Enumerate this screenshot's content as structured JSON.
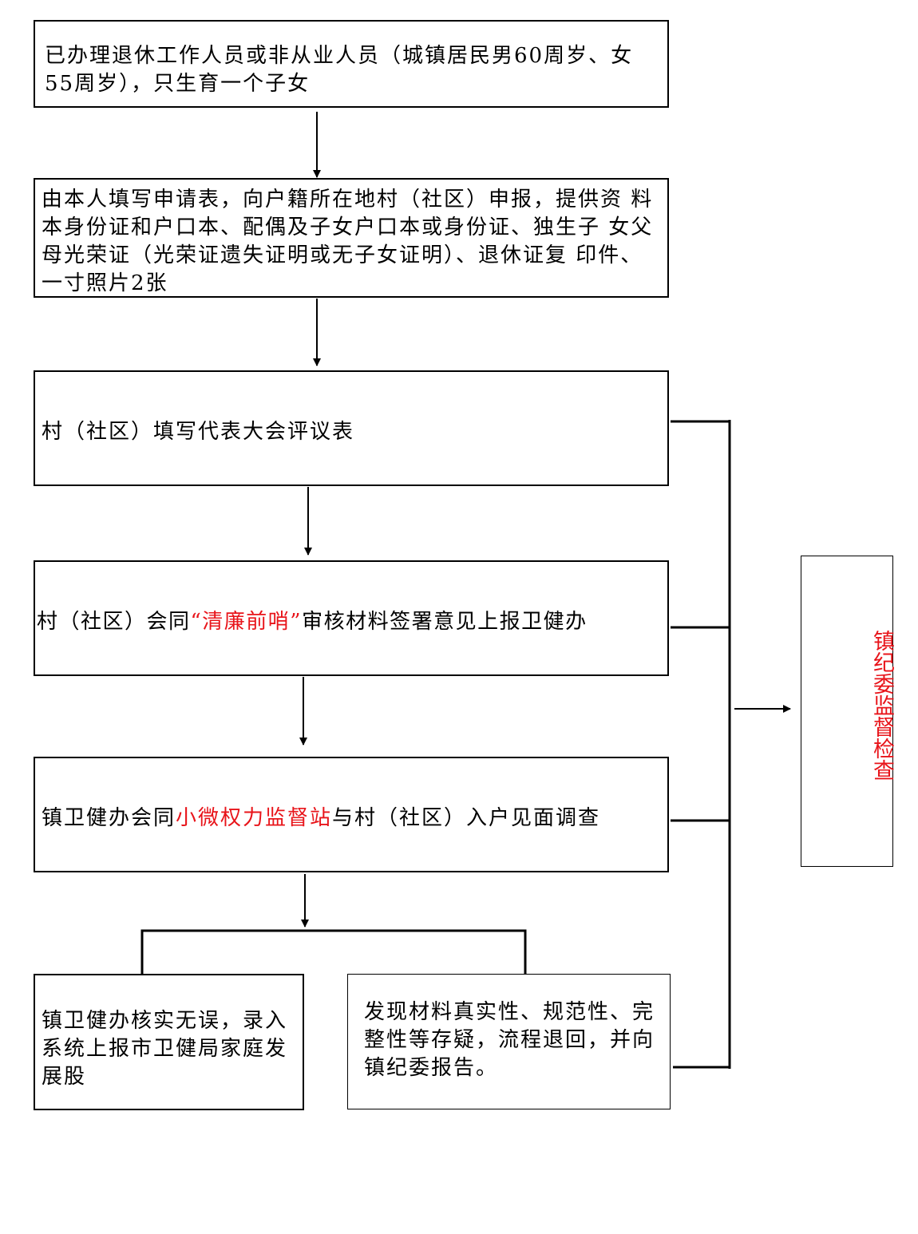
{
  "nodes": {
    "step1": {
      "text": "已办理退休工作人员或非从业人员（城镇居民男60周岁、女 55周岁），只生育一个子女"
    },
    "step2": {
      "text": "由本人填写申请表，向户籍所在地村（社区）申报，提供资 料本身份证和户口本、配偶及子女户口本或身份证、独生子 女父母光荣证（光荣证遗失证明或无子女证明）、退休证复 印件、一寸照片2张"
    },
    "step3": {
      "text": "村（社区）填写代表大会评议表"
    },
    "step4": {
      "pre": "村（社区）会同",
      "highlight": "“清廉前哨”",
      "post": "审核材料签署意见上报卫健办"
    },
    "step5": {
      "pre": "镇卫健办会同",
      "highlight": "小微权力监督站",
      "post": "与村（社区）入户见面调查"
    },
    "outcome_ok": {
      "text": "镇卫健办核实无误，录入系统上报市卫健局家庭发展股"
    },
    "outcome_doubt": {
      "text": "发现材料真实性、规范性、完整性等存疑，流程退回，并向镇纪委报告。"
    },
    "supervisor": {
      "text": "镇纪委监督检查"
    }
  },
  "colors": {
    "highlight": "#e8141a",
    "line": "#000000"
  }
}
